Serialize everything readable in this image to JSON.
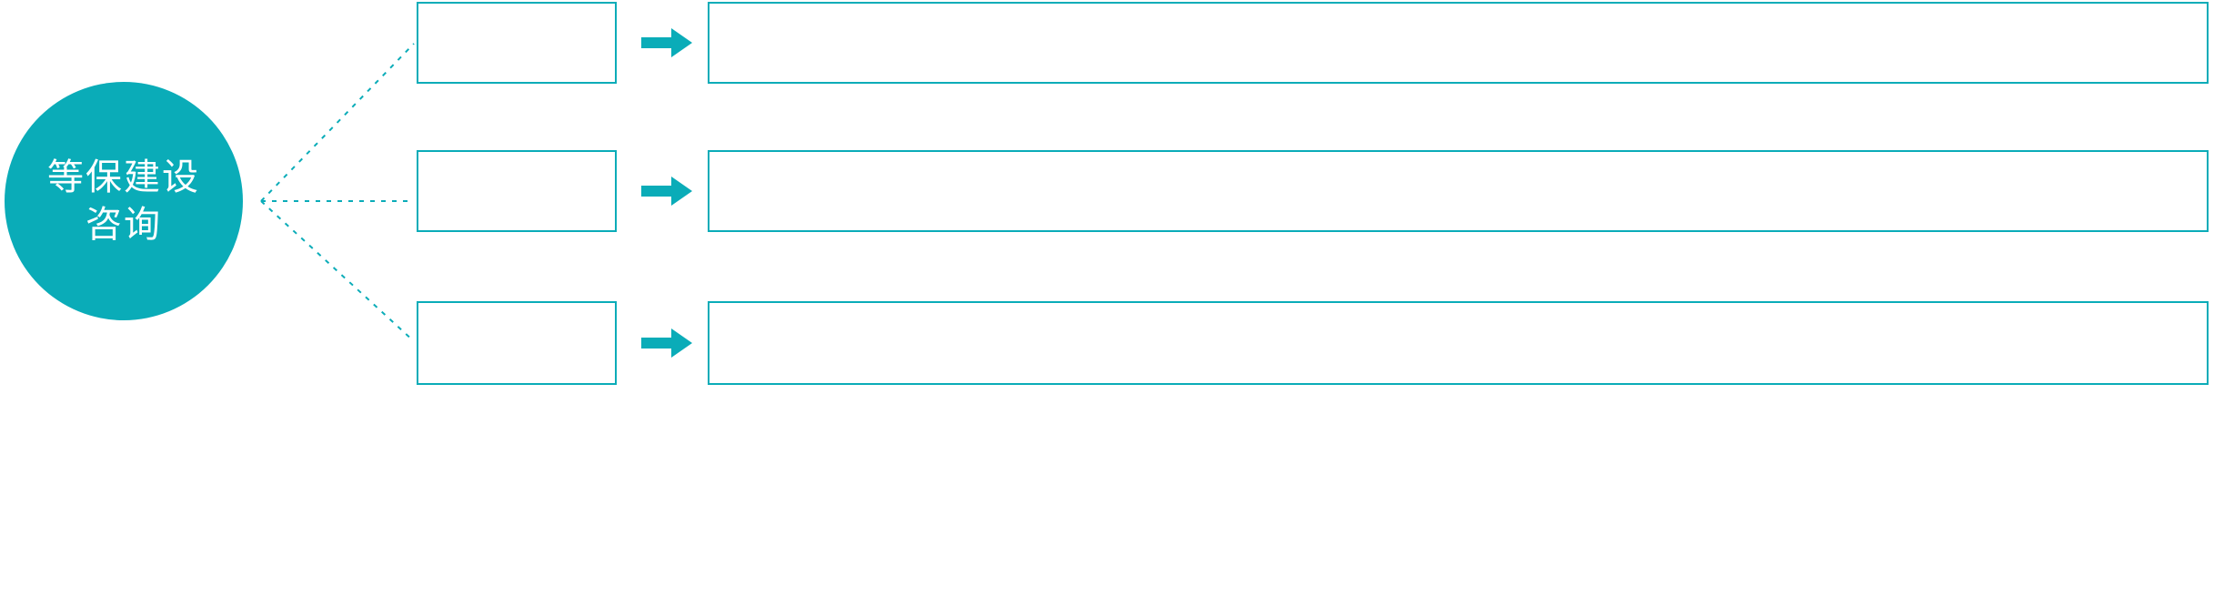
{
  "diagram": {
    "title_hub": {
      "name": "等保建设咨询",
      "lines": [
        "等保建设",
        "咨询"
      ]
    },
    "colors": {
      "accent": "#0aacb8",
      "hub_fill": "#0aacb8",
      "hub_text": "#ffffff",
      "box_border": "#0aacb8",
      "box_fill": "#ffffff",
      "connector": "#0aacb8",
      "arrow": "#0aacb8",
      "background": "#ffffff"
    },
    "connector_style": "dotted",
    "rows": [
      {
        "stage_label": "",
        "arrow_icon": "right-arrow-icon",
        "detail_label": ""
      },
      {
        "stage_label": "",
        "arrow_icon": "right-arrow-icon",
        "detail_label": ""
      },
      {
        "stage_label": "",
        "arrow_icon": "right-arrow-icon",
        "detail_label": ""
      }
    ]
  }
}
